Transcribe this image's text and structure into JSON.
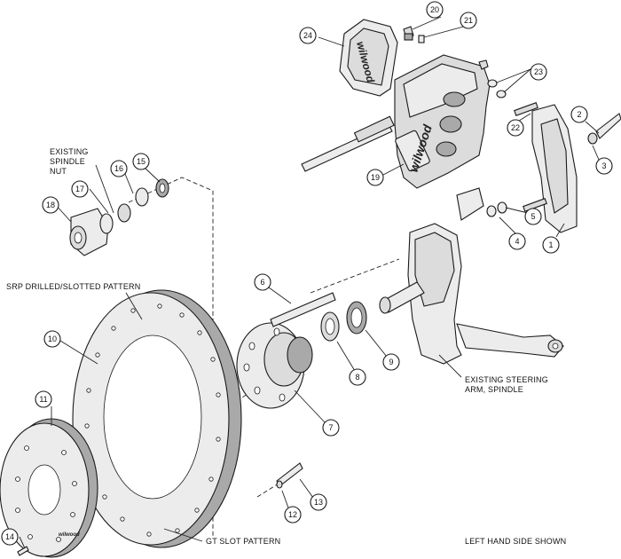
{
  "notes": {
    "spindle_nut": [
      "EXISTING",
      "SPINDLE",
      "NUT"
    ],
    "srp_pattern": "SRP DRILLED/SLOTTED PATTERN",
    "steering_arm": [
      "EXISTING STEERING",
      "ARM, SPINDLE"
    ],
    "gt_slot": "GT SLOT PATTERN",
    "hand_side": "LEFT HAND SIDE SHOWN"
  },
  "brand_marks": {
    "caliper_logo": "wilwood",
    "pad_logo": "wilwood",
    "hat_logo": "wilwood"
  },
  "callouts": [
    "1",
    "2",
    "3",
    "4",
    "5",
    "6",
    "7",
    "8",
    "9",
    "10",
    "11",
    "12",
    "13",
    "14",
    "15",
    "16",
    "17",
    "18",
    "19",
    "20",
    "21",
    "22",
    "23",
    "24"
  ]
}
